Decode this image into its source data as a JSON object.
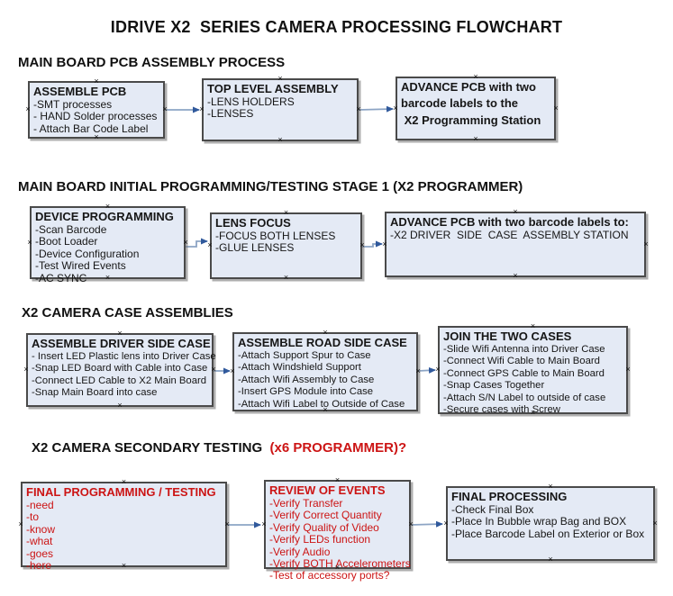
{
  "title": "IDRIVE X2  SERIES CAMERA PROCESSING FLOWCHART",
  "connector_anchor_glyph": "×",
  "colors": {
    "box_fill": "#e4eaf5",
    "box_border": "#4a4a4a",
    "red_text": "#cc1414",
    "arrow_line": "#8ca4c4",
    "arrow_head": "#30599c"
  },
  "sections": [
    {
      "heading": "MAIN BOARD PCB ASSEMBLY PROCESS",
      "heading_suffix": "",
      "boxes": [
        {
          "title": "ASSEMBLE PCB",
          "lines": [
            "-SMT processes",
            "- HAND Solder processes",
            "- Attach Bar Code Label"
          ]
        },
        {
          "title": "TOP LEVEL ASSEMBLY",
          "lines": [
            "-LENS HOLDERS",
            "-LENSES"
          ]
        },
        {
          "title": "ADVANCE PCB with two",
          "lines": [
            "barcode labels to the",
            " X2 Programming Station"
          ],
          "lines_bold": true
        }
      ]
    },
    {
      "heading": "MAIN BOARD INITIAL PROGRAMMING/TESTING STAGE 1 (X2 PROGRAMMER)",
      "heading_suffix": "",
      "boxes": [
        {
          "title": "DEVICE PROGRAMMING",
          "lines": [
            "-Scan Barcode",
            "-Boot Loader",
            "-Device Configuration",
            "-Test Wired Events",
            "-AC SYNC"
          ]
        },
        {
          "title": "LENS FOCUS",
          "lines": [
            "-FOCUS BOTH LENSES",
            "-GLUE LENSES"
          ]
        },
        {
          "title": "ADVANCE PCB with two barcode labels to:",
          "lines": [
            "-X2 DRIVER  SIDE  CASE  ASSEMBLY STATION"
          ]
        }
      ]
    },
    {
      "heading": "X2 CAMERA CASE ASSEMBLIES",
      "heading_suffix": "",
      "boxes": [
        {
          "title": "ASSEMBLE DRIVER SIDE CASE",
          "lines": [
            "- Insert LED Plastic lens into Driver Case",
            "-Snap LED Board with Cable into Case",
            "-Connect LED Cable to X2 Main Board",
            "-Snap Main Board into case"
          ]
        },
        {
          "title": "ASSEMBLE ROAD SIDE CASE",
          "lines": [
            "-Attach Support Spur to Case",
            "-Attach Windshield Support",
            "-Attach Wifi Assembly to Case",
            "-Insert GPS Module into Case",
            "-Attach Wifi Label to Outside of Case"
          ]
        },
        {
          "title": "JOIN THE TWO CASES",
          "lines": [
            "-Slide Wifi Antenna into Driver Case",
            "-Connect Wifi Cable to Main Board",
            "-Connect GPS Cable to Main Board",
            "-Snap Cases Together",
            "-Attach S/N Label to outside of case",
            "-Secure cases with Screw"
          ]
        }
      ]
    },
    {
      "heading": "X2 CAMERA SECONDARY TESTING  ",
      "heading_suffix": "(x6 PROGRAMMER)?",
      "boxes": [
        {
          "title": "FINAL PROGRAMMING / TESTING",
          "lines": [
            "-need",
            "-to",
            "-know",
            "-what",
            "-goes",
            "-here"
          ],
          "text_color": "red"
        },
        {
          "title": "REVIEW OF EVENTS",
          "lines": [
            "-Verify Transfer",
            "-Verify Correct Quantity",
            "-Verify Quality of Video",
            "-Verify LEDs function",
            "-Verify Audio",
            "-Verify BOTH Accelerometers",
            "-Test of accessory ports?"
          ],
          "text_color": "red"
        },
        {
          "title": "FINAL PROCESSING",
          "lines": [
            "-Check Final Box",
            "-Place In Bubble wrap Bag and BOX",
            "-Place Barcode Label on Exterior or Box"
          ]
        }
      ]
    }
  ]
}
